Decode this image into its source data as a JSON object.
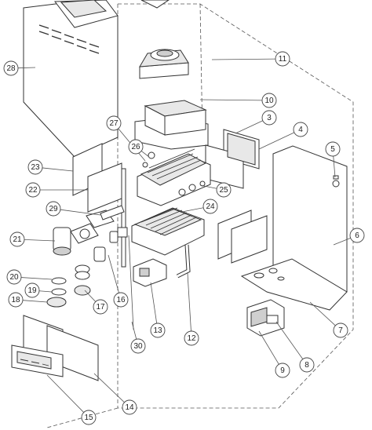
{
  "diagram": {
    "callouts": [
      {
        "label": "28"
      },
      {
        "label": "11"
      },
      {
        "label": "10"
      },
      {
        "label": "27"
      },
      {
        "label": "3"
      },
      {
        "label": "4"
      },
      {
        "label": "5"
      },
      {
        "label": "26"
      },
      {
        "label": "23"
      },
      {
        "label": "25"
      },
      {
        "label": "22"
      },
      {
        "label": "29"
      },
      {
        "label": "24"
      },
      {
        "label": "6"
      },
      {
        "label": "21"
      },
      {
        "label": "20"
      },
      {
        "label": "19"
      },
      {
        "label": "18"
      },
      {
        "label": "17"
      },
      {
        "label": "16"
      },
      {
        "label": "13"
      },
      {
        "label": "12"
      },
      {
        "label": "7"
      },
      {
        "label": "30"
      },
      {
        "label": "9"
      },
      {
        "label": "8"
      },
      {
        "label": "14"
      },
      {
        "label": "15"
      }
    ]
  }
}
